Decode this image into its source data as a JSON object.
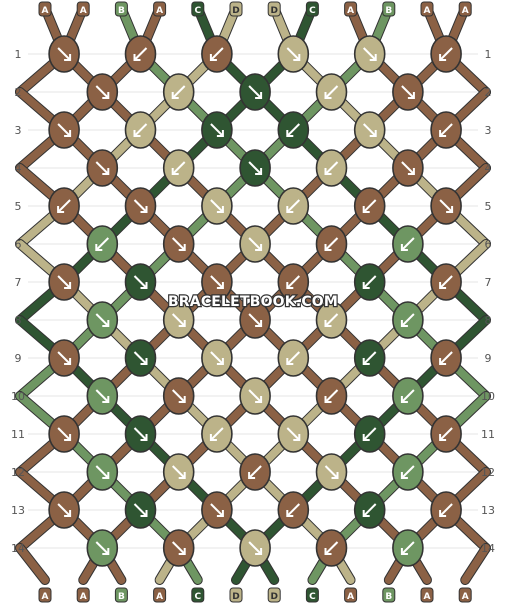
{
  "pattern": {
    "watermark": "BRACELETBOOK.COM",
    "colors": {
      "A": "#8b6145",
      "B": "#6e9662",
      "C": "#2f5532",
      "D": "#bcb389"
    },
    "strands_top": [
      "A",
      "A",
      "B",
      "A",
      "C",
      "D",
      "D",
      "C",
      "A",
      "B",
      "A",
      "A"
    ],
    "strands_bottom": [
      "A",
      "A",
      "B",
      "A",
      "C",
      "D",
      "D",
      "C",
      "A",
      "B",
      "A",
      "A"
    ],
    "row_labels": [
      "1",
      "2",
      "3",
      "4",
      "5",
      "6",
      "7",
      "8",
      "9",
      "10",
      "11",
      "12",
      "13",
      "14"
    ],
    "knots": [
      {
        "c": [
          "A",
          "A",
          "A",
          "D",
          "D",
          "A",
          "A"
        ],
        "d": [
          "R",
          "L",
          "L",
          "R",
          "R",
          "L"
        ]
      },
      {
        "c": [
          "A",
          "D",
          "C",
          "D",
          "A",
          "A"
        ],
        "d": [
          "R",
          "L",
          "R",
          "L",
          "R",
          "L"
        ]
      },
      {
        "c": [
          "A",
          "D",
          "C",
          "C",
          "D",
          "A"
        ],
        "d": [
          "R",
          "L",
          "R",
          "L",
          "R",
          "L"
        ]
      },
      {
        "c": [
          "A",
          "D",
          "C",
          "D",
          "A",
          "A"
        ],
        "d": [
          "R",
          "L",
          "R",
          "L",
          "R",
          "L"
        ]
      },
      {
        "c": [
          "A",
          "A",
          "D",
          "D",
          "A",
          "A"
        ],
        "d": [
          "L",
          "R",
          "R",
          "L",
          "L",
          "R"
        ]
      },
      {
        "c": [
          "B",
          "A",
          "D",
          "A",
          "B",
          "A"
        ],
        "d": [
          "L",
          "R",
          "R",
          "L",
          "L",
          "R"
        ]
      },
      {
        "c": [
          "A",
          "C",
          "A",
          "A",
          "C",
          "A"
        ],
        "d": [
          "R",
          "R",
          "R",
          "L",
          "L",
          "L"
        ]
      },
      {
        "c": [
          "B",
          "D",
          "A",
          "D",
          "B",
          "A"
        ],
        "d": [
          "R",
          "R",
          "R",
          "L",
          "L",
          "L"
        ]
      },
      {
        "c": [
          "A",
          "C",
          "D",
          "D",
          "C",
          "A"
        ],
        "d": [
          "R",
          "R",
          "R",
          "L",
          "L",
          "L"
        ]
      },
      {
        "c": [
          "B",
          "A",
          "D",
          "A",
          "B",
          "A"
        ],
        "d": [
          "R",
          "R",
          "R",
          "L",
          "L",
          "L"
        ]
      },
      {
        "c": [
          "A",
          "C",
          "D",
          "D",
          "C",
          "A"
        ],
        "d": [
          "R",
          "R",
          "L",
          "R",
          "L",
          "L"
        ]
      },
      {
        "c": [
          "B",
          "D",
          "A",
          "D",
          "B",
          "A"
        ],
        "d": [
          "R",
          "R",
          "L",
          "R",
          "L",
          "L"
        ]
      },
      {
        "c": [
          "A",
          "C",
          "A",
          "A",
          "C",
          "A"
        ],
        "d": [
          "R",
          "R",
          "R",
          "L",
          "L",
          "L"
        ]
      },
      {
        "c": [
          "B",
          "A",
          "D",
          "A",
          "B",
          "A"
        ],
        "d": [
          "R",
          "R",
          "R",
          "L",
          "L",
          "L"
        ]
      }
    ]
  }
}
